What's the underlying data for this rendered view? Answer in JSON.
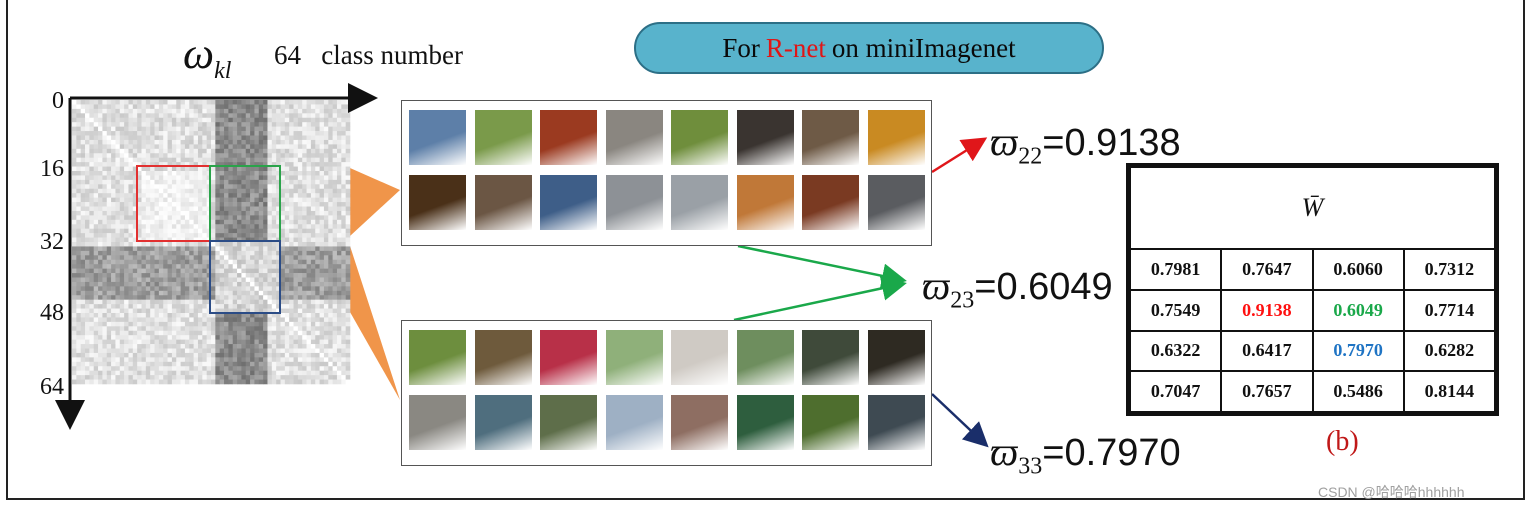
{
  "banner": {
    "prefix": "For",
    "accent": "R-net",
    "suffix": "on miniImagenet",
    "accent_color": "#e01616"
  },
  "matrix": {
    "title_symbol": "ω",
    "title_subscript": "kl",
    "x_label": "64   class number",
    "ticks": [
      "0",
      "16",
      "32",
      "48",
      "64"
    ],
    "highlight_colors": {
      "red": "#e23030",
      "green": "#2aa34a",
      "blue": "#2b4c86"
    }
  },
  "equations": [
    {
      "symbol": "ϖ",
      "sub": "22",
      "value": "=0.9138"
    },
    {
      "symbol": "ϖ",
      "sub": "23",
      "value": "=0.6049"
    },
    {
      "symbol": "ϖ",
      "sub": "33",
      "value": "=0.7970"
    }
  ],
  "table": {
    "header": "W̄",
    "rows": [
      [
        "0.7981",
        "0.7647",
        "0.6060",
        "0.7312"
      ],
      [
        "0.7549",
        "0.9138",
        "0.6049",
        "0.7714"
      ],
      [
        "0.6322",
        "0.6417",
        "0.7970",
        "0.6282"
      ],
      [
        "0.7047",
        "0.7657",
        "0.5486",
        "0.8144"
      ]
    ],
    "highlight": {
      "red": "#ff1010",
      "green": "#1aa84a",
      "blue": "#1f74c4"
    }
  },
  "caption": "(b)",
  "watermark": "CSDN @哈哈哈hhhhhh",
  "thumbnails": {
    "group_top": [
      "#5d7fa8",
      "#7a9a4a",
      "#9b3a20",
      "#8a8680",
      "#6f8e3c",
      "#3a3430",
      "#6e5a46",
      "#c98a22",
      "#4a3018",
      "#6b5644",
      "#3e5e88",
      "#8d9196",
      "#9aa0a6",
      "#c07838",
      "#7a3a22",
      "#5a5c60"
    ],
    "group_bottom": [
      "#6d8e3e",
      "#6e5a3c",
      "#b83048",
      "#8fb07a",
      "#cfcac4",
      "#6e8e5e",
      "#3f4a3a",
      "#2e2a22",
      "#8a8882",
      "#4f6e7e",
      "#5e6e4a",
      "#9eb0c4",
      "#8e6e62",
      "#2e5e3e",
      "#4e6e2e",
      "#3e4a52"
    ]
  }
}
